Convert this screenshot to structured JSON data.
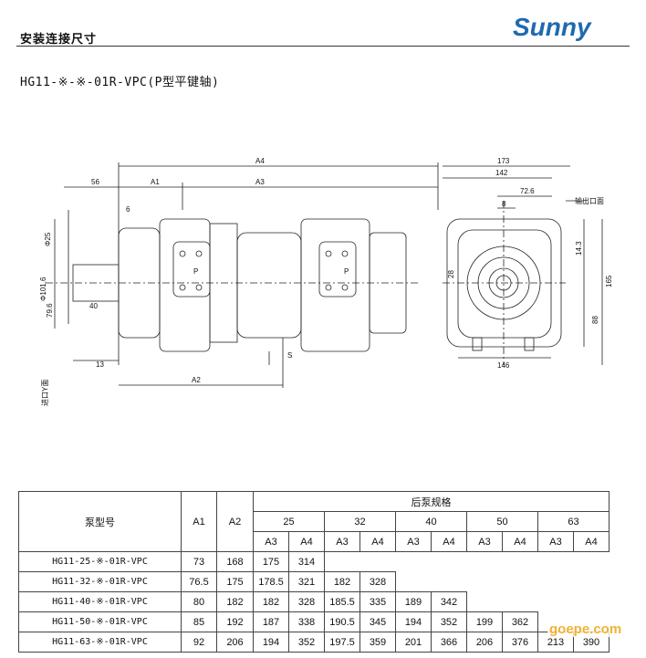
{
  "header": {
    "title": "安装连接尺寸",
    "logo_text": "Sunny"
  },
  "model_title": "HG11-※-※-01R-VPC(P型平键轴)",
  "drawing": {
    "side": {
      "A4": "A4",
      "A1": "A1",
      "A3": "A3",
      "A2": "A2",
      "d56": "56",
      "d6": "6",
      "d13": "13",
      "d40": "40",
      "d79": "79.6",
      "d101": "Φ101.6",
      "d25": "Φ25",
      "S": "S",
      "P1": "P",
      "P2": "P",
      "inlet": "进口Y面"
    },
    "front": {
      "d173": "173",
      "d142": "142",
      "d72": "72.6",
      "d8": "8",
      "d28": "28",
      "d14": "14.3",
      "d165": "165",
      "d88": "88",
      "d146": "146",
      "outlet": "输出口面"
    }
  },
  "table": {
    "header_model": "泵型号",
    "header_a1": "A1",
    "header_a2": "A2",
    "header_rear": "后泵规格",
    "sizes": [
      "25",
      "32",
      "40",
      "50",
      "63"
    ],
    "sub_a3": "A3",
    "sub_a4": "A4",
    "rows": [
      {
        "model": "HG11-25-※-01R-VPC",
        "a1": "73",
        "a2": "168",
        "cells": [
          "175",
          "314"
        ]
      },
      {
        "model": "HG11-32-※-01R-VPC",
        "a1": "76.5",
        "a2": "175",
        "cells": [
          "178.5",
          "321",
          "182",
          "328"
        ]
      },
      {
        "model": "HG11-40-※-01R-VPC",
        "a1": "80",
        "a2": "182",
        "cells": [
          "182",
          "328",
          "185.5",
          "335",
          "189",
          "342"
        ]
      },
      {
        "model": "HG11-50-※-01R-VPC",
        "a1": "85",
        "a2": "192",
        "cells": [
          "187",
          "338",
          "190.5",
          "345",
          "194",
          "352",
          "199",
          "362"
        ]
      },
      {
        "model": "HG11-63-※-01R-VPC",
        "a1": "92",
        "a2": "206",
        "cells": [
          "194",
          "352",
          "197.5",
          "359",
          "201",
          "366",
          "206",
          "376",
          "213",
          "390"
        ]
      }
    ]
  },
  "watermark": "goepe.com",
  "colors": {
    "logo": "#1f6ab0",
    "watermark": "#f3b233"
  }
}
